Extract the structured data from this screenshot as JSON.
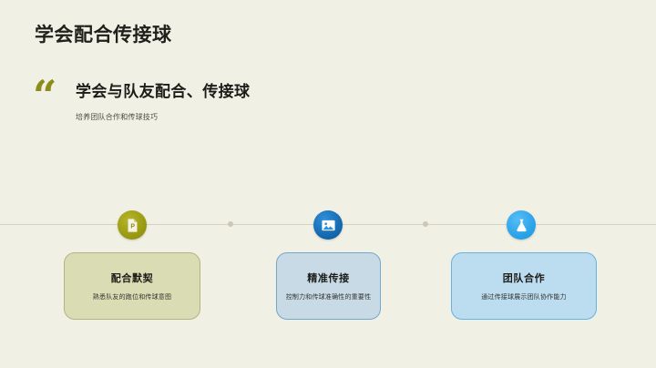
{
  "slide": {
    "title": "学会配合传接球",
    "background_color": "#f1f0e5",
    "quote": {
      "mark": "“",
      "heading": "学会与队友配合、传接球",
      "subtext": "培养团队合作和传球技巧",
      "mark_color": "#8c8c1a"
    },
    "timeline": {
      "nodes": [
        {
          "icon": "document-p-icon",
          "icon_color": "#9a9a10",
          "card": {
            "title": "配合默契",
            "description": "熟悉队友的跑位和传球意图",
            "background_color": "#dadcb4",
            "border_color": "#b3b47f"
          }
        },
        {
          "icon": "image-picture-icon",
          "icon_color": "#1469b0",
          "card": {
            "title": "精准传接",
            "description": "控制力和传球准确性的重要性",
            "background_color": "#c7dae6",
            "border_color": "#74a8c9"
          }
        },
        {
          "icon": "flask-beaker-icon",
          "icon_color": "#2aa2ea",
          "card": {
            "title": "团队合作",
            "description": "通过传接球展示团队协作能力",
            "background_color": "#bcdcf0",
            "border_color": "#65b3e2"
          }
        }
      ]
    }
  }
}
